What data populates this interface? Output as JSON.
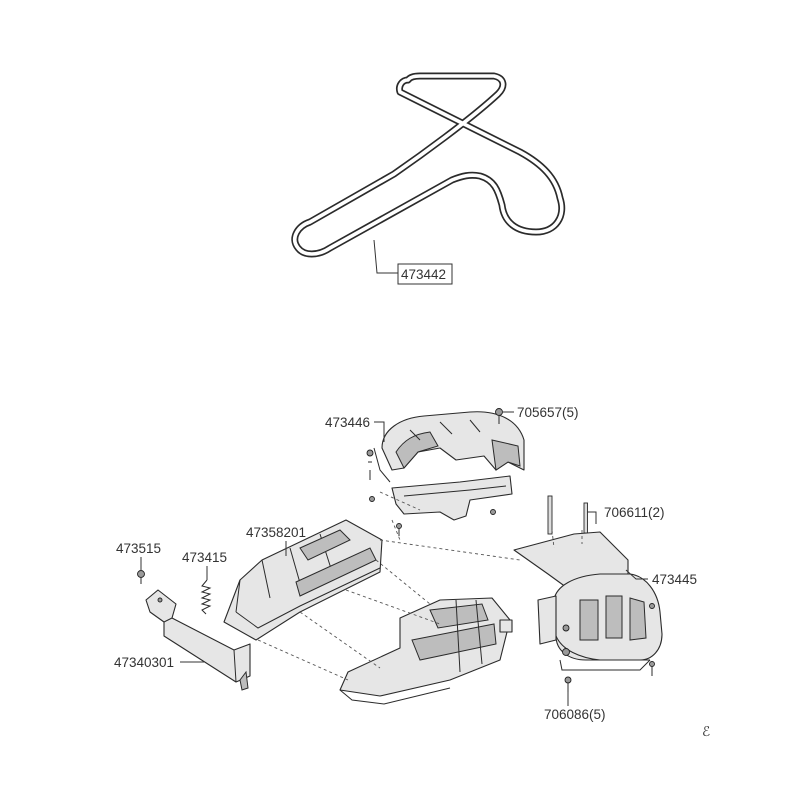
{
  "parts": {
    "belt": "473442",
    "top_guard": "473446",
    "screw_guard": "705657(5)",
    "pins": "706611(2)",
    "right_guard": "473445",
    "bottom_screws": "706086(5)",
    "left_bolt": "473515",
    "spring": "473415",
    "center_plate": "47358201",
    "bracket": "47340301"
  },
  "corner_mark": "ℰ",
  "colors": {
    "line": "#2b2b2b",
    "fill": "#e6e6e6",
    "label": "#333333"
  }
}
